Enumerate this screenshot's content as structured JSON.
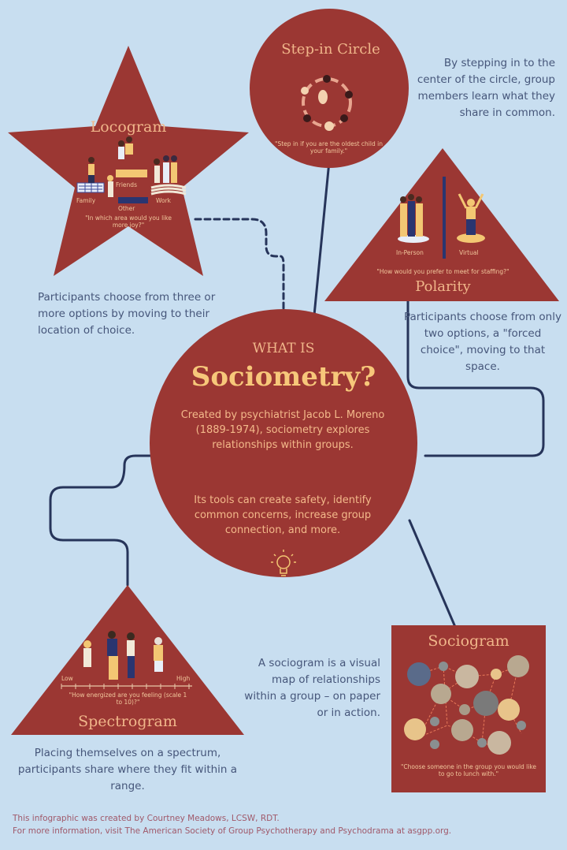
{
  "colors": {
    "background": "#c8def0",
    "shape_fill": "#9b3733",
    "title_gold": "#f7c77a",
    "body_peach": "#f3b98a",
    "text_navy": "#46567a",
    "connector": "#26345a",
    "footer_text": "#a0596a"
  },
  "center": {
    "kicker": "WHAT IS",
    "title": "Sociometry?",
    "paragraph1": "Created by psychiatrist Jacob L. Moreno (1889-1974), sociometry explores relationships within groups.",
    "paragraph2": "Its tools can create safety, identify common concerns, increase group connection, and more.",
    "icon": "lightbulb-icon"
  },
  "locogram": {
    "title": "Locogram",
    "labels": [
      "Family",
      "Friends",
      "Other",
      "Work"
    ],
    "question": "\"In which area would you like more joy?\"",
    "description": "Participants choose from three or more options by moving to their location of choice."
  },
  "step_in_circle": {
    "title": "Step-in Circle",
    "question": "\"Step in if you are the oldest child in your family.\"",
    "description": "By stepping in to the center of the circle, group members learn what they share in common."
  },
  "polarity": {
    "title": "Polarity",
    "labels": [
      "In-Person",
      "Virtual"
    ],
    "question": "\"How would you prefer to meet for staffing?\"",
    "description": "Participants choose from only two options, a \"forced choice\", moving to that space."
  },
  "spectrogram": {
    "title": "Spectrogram",
    "scale_low": "Low",
    "scale_high": "High",
    "question": "\"How energized are you feeling (scale 1 to 10)?\"",
    "description": "Placing themselves on a spectrum, participants share where they fit within a range."
  },
  "sociogram": {
    "title": "Sociogram",
    "question": "\"Choose someone in the group you would like to go to lunch with.\"",
    "description": "A sociogram is a visual map of relationships within a group – on paper or in action."
  },
  "footer": {
    "line1": "This infographic was created by Courtney Meadows, LCSW, RDT.",
    "line2": "For more information, visit The American Society of Group Psychotherapy and Psychodrama at asgpp.org."
  }
}
